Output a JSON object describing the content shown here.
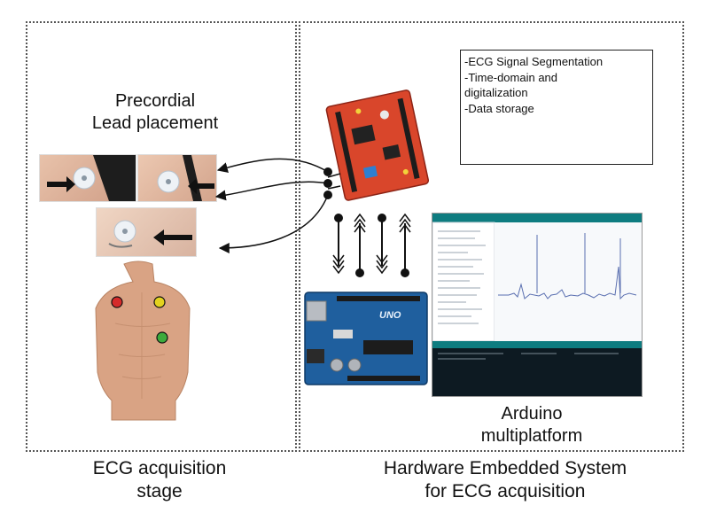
{
  "left_panel": {
    "lead_title_line1": "Precordial",
    "lead_title_line2": "Lead placement",
    "caption_line1": "ECG acquisition",
    "caption_line2": "stage"
  },
  "right_panel": {
    "notes": [
      "-ECG Signal Segmentation",
      "-Time-domain and",
      "digitalization",
      "-Data storage"
    ],
    "platform_label_line1": "Arduino",
    "platform_label_line2": "multiplatform",
    "caption_line1": "Hardware Embedded System",
    "caption_line2": "for ECG acquisition",
    "board_labels": [
      "UNO"
    ]
  },
  "colors": {
    "electrode_red": "#d52b2b",
    "electrode_yellow": "#e3d21f",
    "electrode_green": "#3cab3c",
    "shield_board": "#d9462b",
    "arduino_board": "#1f5f9e",
    "skin": "#d9a384",
    "console_bg": "#0d1a22",
    "ide_accent": "#0e7c80"
  },
  "icons": [
    "electrode-photo",
    "torso-mannequin",
    "ecg-shield-board",
    "arduino-uno-board",
    "arduino-ide-monitor"
  ]
}
